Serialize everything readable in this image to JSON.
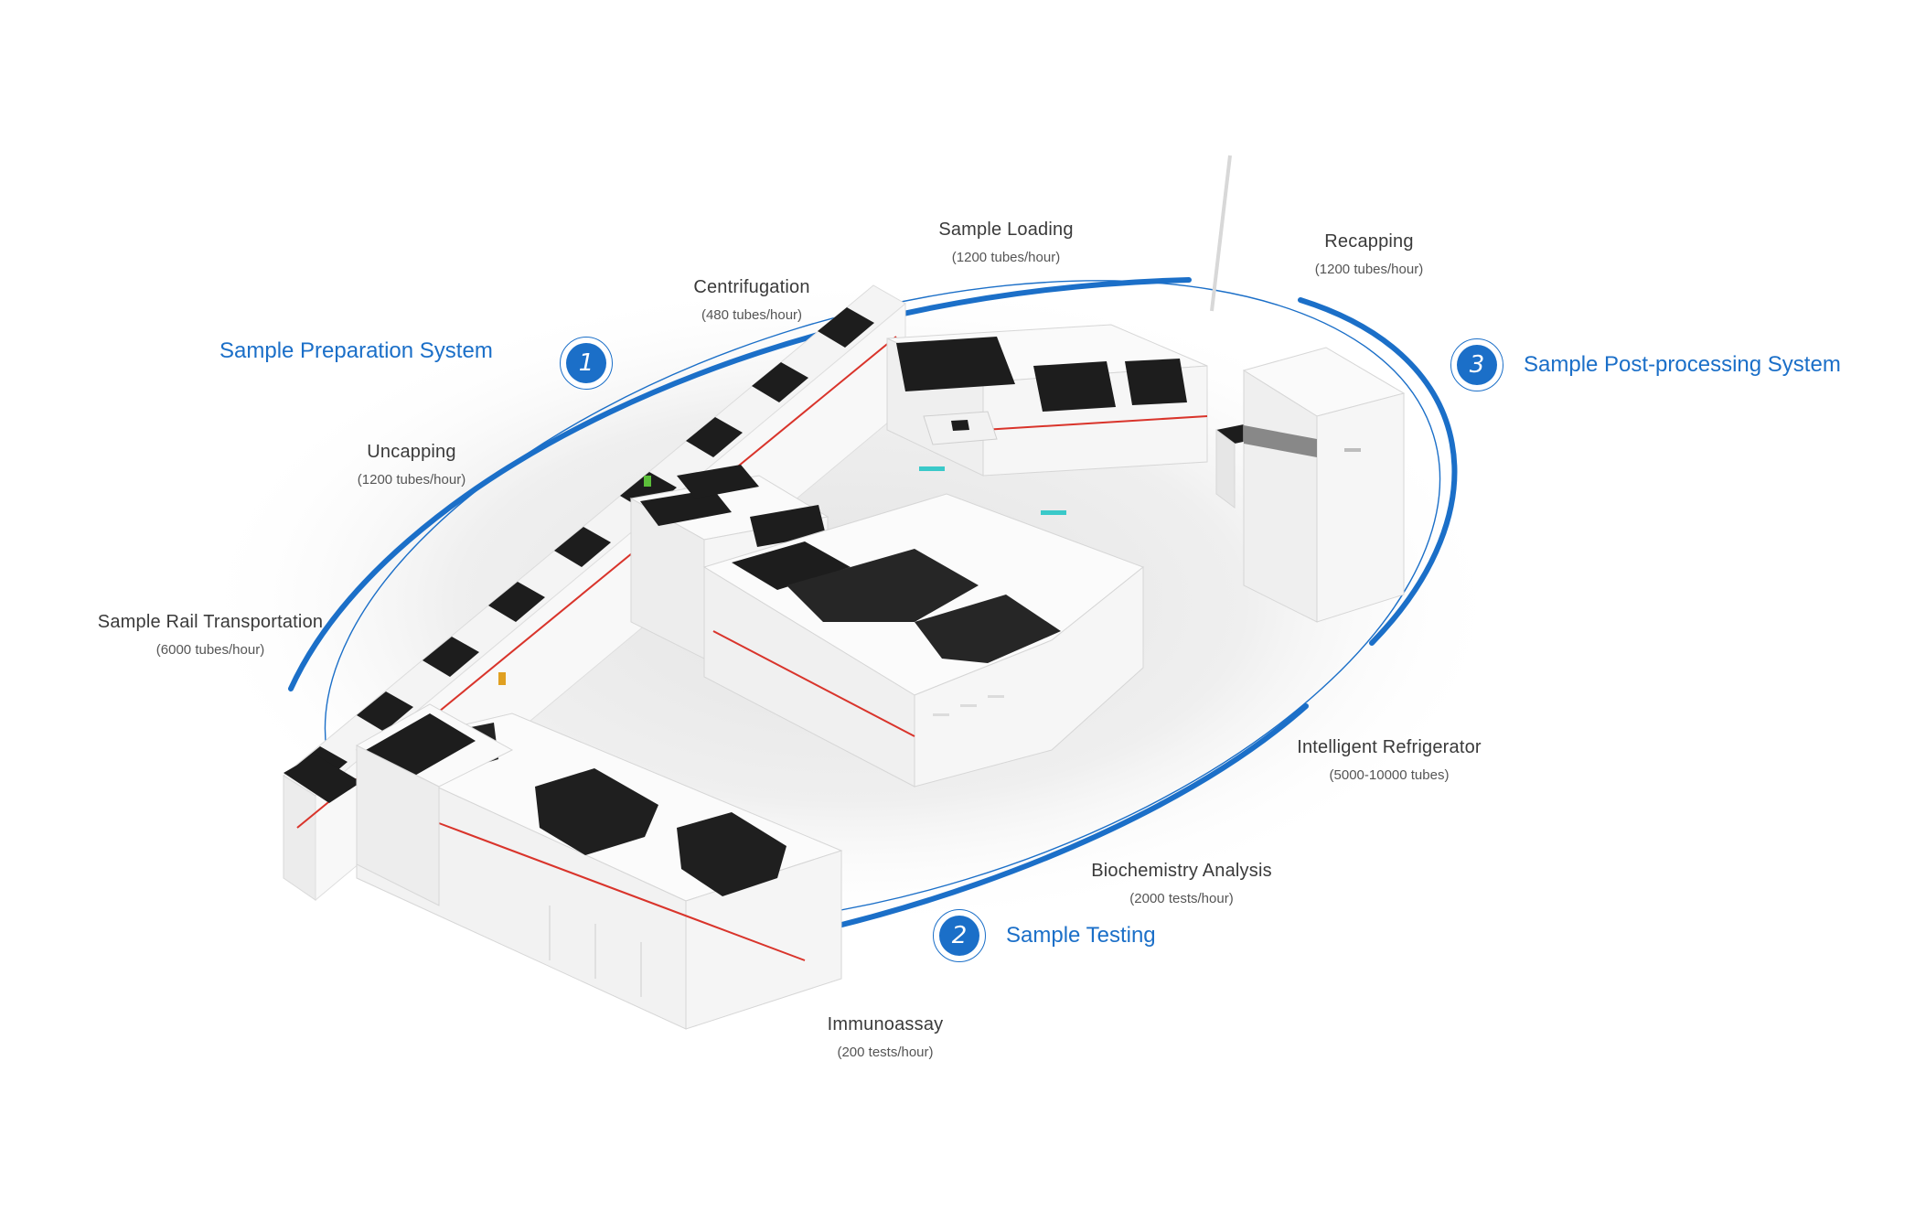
{
  "systems": [
    {
      "number": "1",
      "title": "Sample Preparation System"
    },
    {
      "number": "2",
      "title": "Sample Testing"
    },
    {
      "number": "3",
      "title": "Sample Post-processing System"
    }
  ],
  "modules": [
    {
      "name": "Sample Loading",
      "rate": "(1200 tubes/hour)"
    },
    {
      "name": "Centrifugation",
      "rate": "(480 tubes/hour)"
    },
    {
      "name": "Uncapping",
      "rate": "(1200 tubes/hour)"
    },
    {
      "name": "Sample Rail Transportation",
      "rate": "(6000 tubes/hour)"
    },
    {
      "name": "Recapping",
      "rate": "(1200 tubes/hour)"
    },
    {
      "name": "Intelligent Refrigerator",
      "rate": "(5000-10000 tubes)"
    },
    {
      "name": "Biochemistry Analysis",
      "rate": "(2000 tests/hour)"
    },
    {
      "name": "Immunoassay",
      "rate": "(200 tests/hour)"
    }
  ],
  "colors": {
    "accent": "#1b6fc8",
    "machine_black": "#1d1d1d",
    "stripe_red": "#d9342b"
  }
}
